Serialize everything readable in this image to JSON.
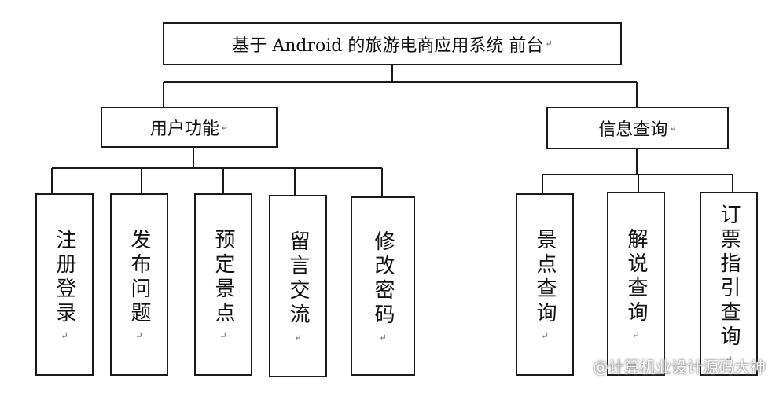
{
  "root": {
    "label": "基于 Android  的旅游电商应用系统  前台",
    "mark": "↵"
  },
  "groups": [
    {
      "label": "用户功能",
      "mark": "↵",
      "children": [
        {
          "label": "注册登录",
          "mark": "↵"
        },
        {
          "label": "发布问题",
          "mark": "↵"
        },
        {
          "label": "预定景点",
          "mark": "↵"
        },
        {
          "label": "留言交流",
          "mark": "↵"
        },
        {
          "label": "修改密码",
          "mark": "↵"
        }
      ]
    },
    {
      "label": "信息查询",
      "mark": "↵",
      "children": [
        {
          "label": "景点查询",
          "mark": "↵"
        },
        {
          "label": "解说查询",
          "mark": "↵"
        },
        {
          "label": "订票指引查询",
          "mark": "↵"
        }
      ]
    }
  ],
  "watermark": "@计算机业设计源码大神"
}
